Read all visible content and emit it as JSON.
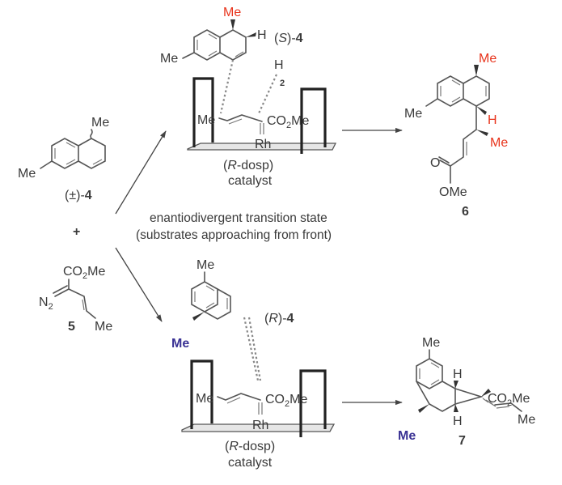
{
  "colors": {
    "ink": "#3a3a3a",
    "s_highlight": "#e8341c",
    "r_highlight": "#3a3294"
  },
  "reactants": {
    "racemic_4": {
      "label_prefix": "(±)-",
      "label_num": "4",
      "me_top": "Me",
      "me_aryl": "Me"
    },
    "plus": "+",
    "diazo_5": {
      "ester": "CO",
      "ester_sub": "2",
      "ester_tail": "Me",
      "n2": "N",
      "n2_sub": "2",
      "me": "Me",
      "label_num": "5"
    }
  },
  "top_ts": {
    "substrate_label_open": "(",
    "substrate_label_config": "S",
    "substrate_label_close": ")-",
    "substrate_label_num": "4",
    "me_red": "Me",
    "h_ring": "H",
    "h_approach": "H",
    "h_sub": "2",
    "me_aryl": "Me",
    "carbenoid_me": "Me",
    "ester": "CO",
    "ester_sub": "2",
    "ester_tail": "Me",
    "metal": "Rh",
    "catalyst_line1_open": "(",
    "catalyst_line1_config": "R",
    "catalyst_line1_rest": "-dosp)",
    "catalyst_line2": "catalyst"
  },
  "center_caption": {
    "line1": "enantiodivergent transition state",
    "line2": "(substrates approaching from front)"
  },
  "bottom_ts": {
    "substrate_label_open": "(",
    "substrate_label_config": "R",
    "substrate_label_close": ")-",
    "substrate_label_num": "4",
    "me_top": "Me",
    "me_blue": "Me",
    "carbenoid_me": "Me",
    "ester": "CO",
    "ester_sub": "2",
    "ester_tail": "Me",
    "metal": "Rh",
    "catalyst_line1_open": "(",
    "catalyst_line1_config": "R",
    "catalyst_line1_rest": "-dosp)",
    "catalyst_line2": "catalyst"
  },
  "product_6": {
    "me_top": "Me",
    "h_red": "H",
    "me_red": "Me",
    "me_aryl": "Me",
    "carbonyl_o": "O",
    "ome": "OMe",
    "label_num": "6"
  },
  "product_7": {
    "me_top": "Me",
    "h_top": "H",
    "h_bottom": "H",
    "ester": "CO",
    "ester_sub": "2",
    "ester_tail": "Me",
    "me_vinyl": "Me",
    "me_blue": "Me",
    "label_num": "7"
  },
  "arrows": [
    "to-top-ts",
    "to-bottom-ts",
    "to-product-6",
    "to-product-7"
  ]
}
